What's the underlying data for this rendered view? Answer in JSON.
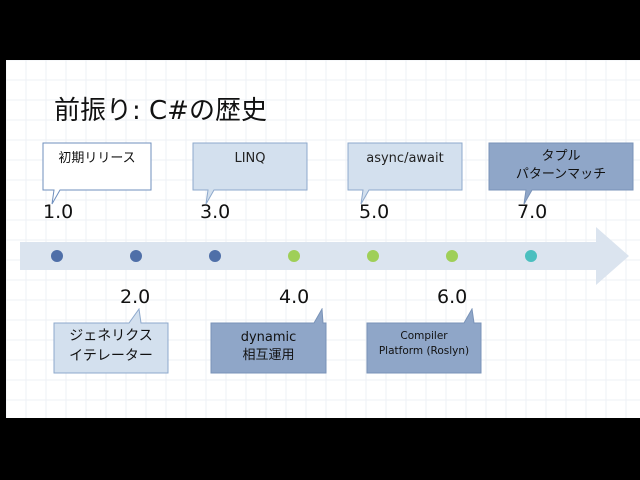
{
  "slide": {
    "title": "前振り: C#の歴史",
    "colors": {
      "arrow": "#dbe4ef",
      "dot_blue": "#4f6fa8",
      "dot_green": "#9fcf58",
      "dot_teal": "#4bbfbf",
      "box_light": "#d3e0ee",
      "box_dark": "#8fa6c8"
    },
    "top": [
      {
        "version": "1.0",
        "label": [
          "初期リリース"
        ]
      },
      {
        "version": "3.0",
        "label": [
          "LINQ"
        ]
      },
      {
        "version": "5.0",
        "label": [
          "async/await"
        ]
      },
      {
        "version": "7.0",
        "label": [
          "タプル",
          "パターンマッチ"
        ]
      }
    ],
    "bottom": [
      {
        "version": "2.0",
        "label": [
          "ジェネリクス",
          "イテレーター"
        ]
      },
      {
        "version": "4.0",
        "label": [
          "dynamic",
          "相互運用"
        ]
      },
      {
        "version": "6.0",
        "label": [
          "Compiler",
          "Platform (Roslyn)"
        ]
      }
    ]
  }
}
